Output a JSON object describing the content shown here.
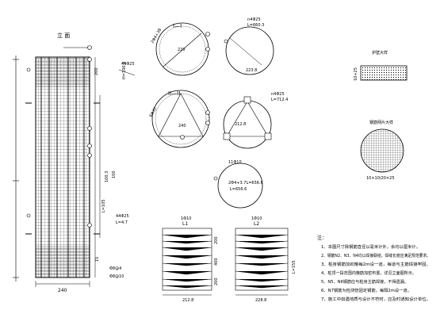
{
  "elevation": {
    "title": "立 面",
    "width_label": "240",
    "taper_length": "L=105",
    "spacing_15": "15",
    "labels_a": "100.3",
    "labels_b": "100",
    "rebar_top": "44Φ25",
    "rebar_top_len": "H=100.3",
    "rebar_bot": "44Φ25",
    "rebar_bot_len": "L=4.7",
    "spiral_label": "Φ8@4",
    "spiral_label_2": "Φ8@10"
  },
  "sections": {
    "s1_title": "I—I",
    "s1_dia": "220",
    "s1_rebar": "2Φ4+38",
    "s2_label": "n4Φ25",
    "s2_len": "L=660.3",
    "s2_dia": "223.8",
    "s3_title": "II—II",
    "s3_dia": "240",
    "s3_rebar": "6Φ32",
    "s4_label": "n4Φ25",
    "s4_len": "L=712.4",
    "s4_dia": "212.8",
    "s5_label": "11Φ10",
    "s5_len": "L=656.6",
    "s5_sub": "2Φ4+3.7L=656.6"
  },
  "details": {
    "d1_title": "L1",
    "d1_top": "1Φ10",
    "d1_width": "212.8",
    "d2_title": "L2",
    "d2_top": "1Φ10",
    "d2_width": "228.8",
    "dims": [
      "200",
      "400",
      "200"
    ],
    "d2_len": "L=155"
  },
  "minor": {
    "plan_title": "护壁大样",
    "plan_dim": "10+25",
    "grid_title": "钢筋网片大样",
    "grid_dim": "10×10/20×25"
  },
  "notes": {
    "title": "注：",
    "lines": [
      "1、本图尺寸除钢筋直径以毫米计外，余均以厘米计。",
      "2、钢筋N2、N3、N4均以焊接联结，焊缝长度应满足规范要求。",
      "3、桩身钢筋加劲箍每2m设一道，每道与主筋焊接牢固。",
      "4、桩顶一段范围内箍筋加密布置，详见立面图所示。",
      "5、N5、N6钢筋应与桩身主筋焊接，不得遗漏。",
      "6、N7钢筋为检测管固定钢筋，每隔2m设一道。",
      "7、施工中如遇地质与设计不符时，应及时通知设计单位。"
    ]
  }
}
